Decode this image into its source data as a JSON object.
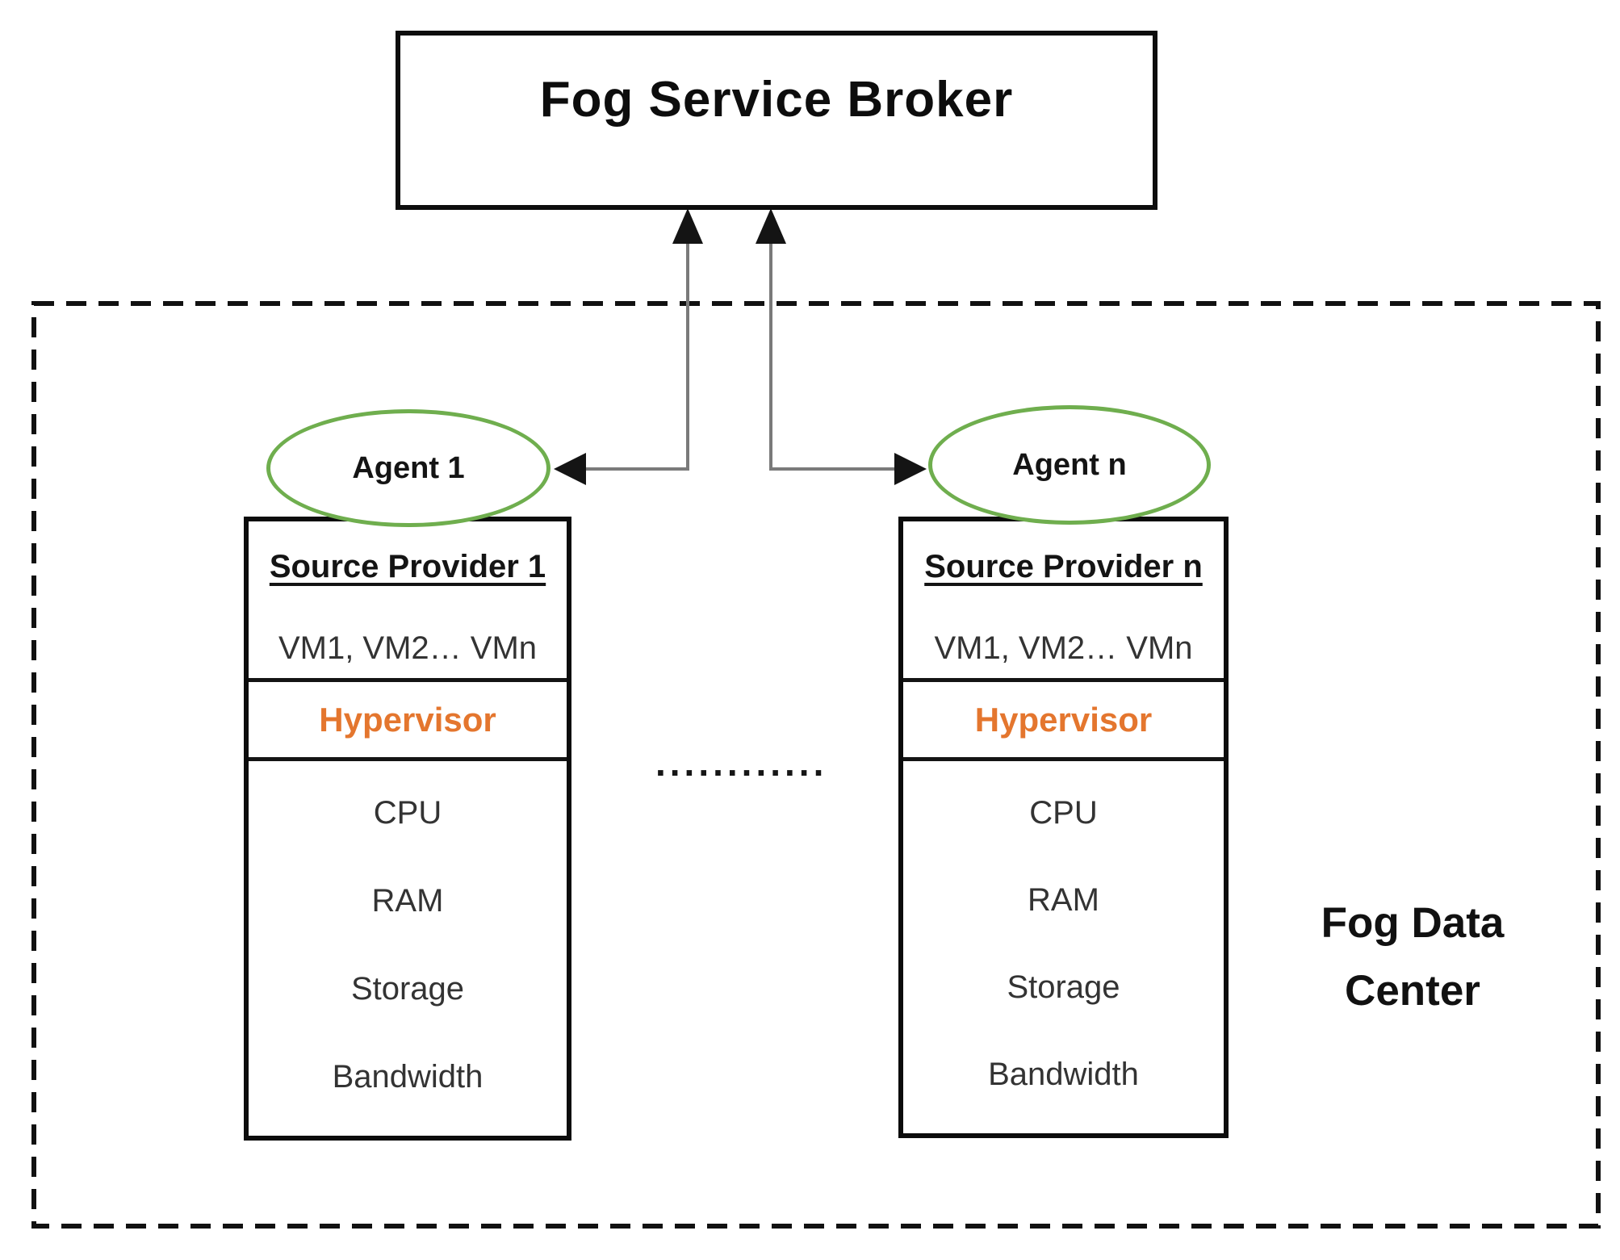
{
  "diagram": {
    "broker": {
      "label": "Fog Service Broker"
    },
    "data_center": {
      "label": "Fog Data Center"
    },
    "agents": [
      {
        "label": "Agent 1"
      },
      {
        "label": "Agent n"
      }
    ],
    "providers": [
      {
        "title": "Source Provider 1",
        "vms": "VM1, VM2… VMn",
        "hypervisor": "Hypervisor",
        "resources": [
          "CPU",
          "RAM",
          "Storage",
          "Bandwidth"
        ]
      },
      {
        "title": "Source Provider n",
        "vms": "VM1, VM2… VMn",
        "hypervisor": "Hypervisor",
        "resources": [
          "CPU",
          "RAM",
          "Storage",
          "Bandwidth"
        ]
      }
    ],
    "separator_dots": "............",
    "colors": {
      "agent_outline_green": "#6fae4e",
      "hypervisor_orange": "#e4762e",
      "connector_gray": "#7a7a7a",
      "line_black": "#111111"
    }
  }
}
